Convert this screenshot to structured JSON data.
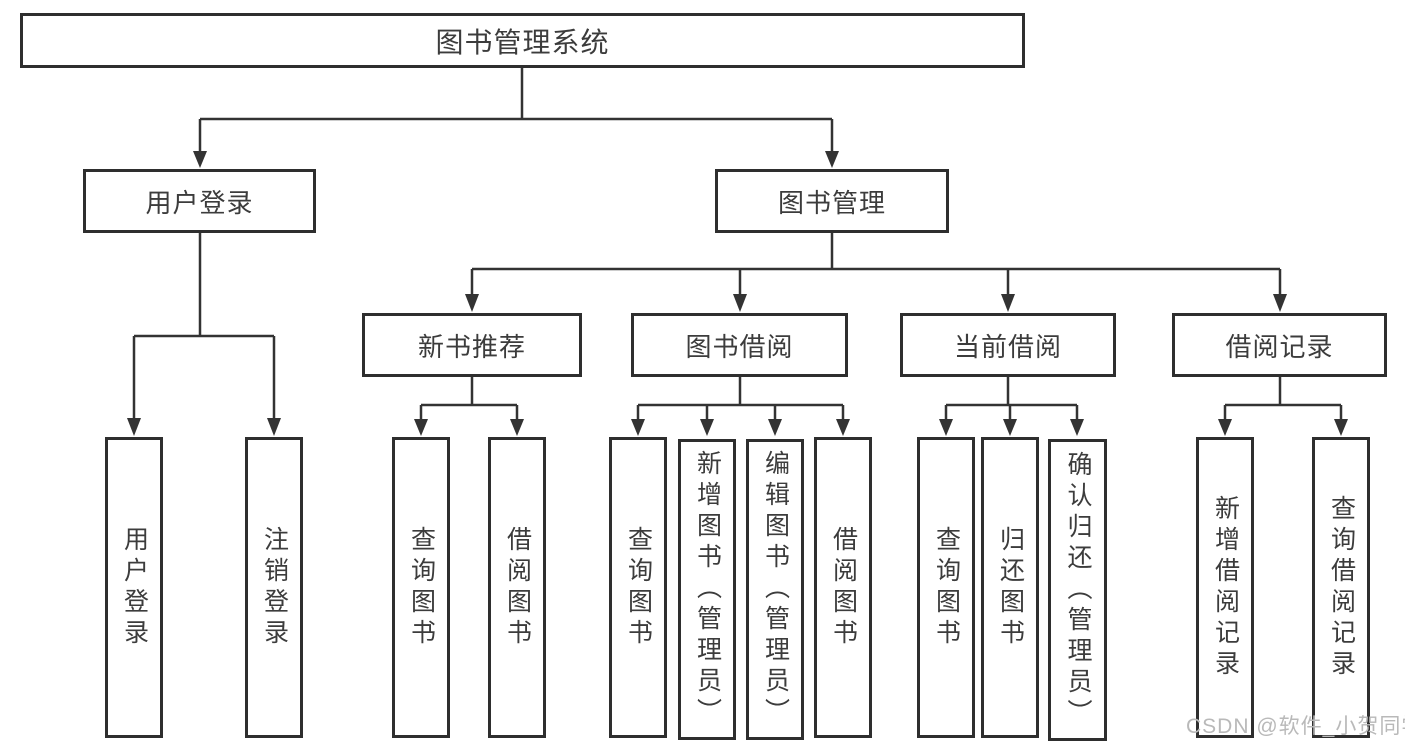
{
  "diagram": {
    "title_node": {
      "label": "图书管理系统"
    },
    "level2": [
      {
        "label": "用户登录"
      },
      {
        "label": "图书管理"
      }
    ],
    "level3": [
      {
        "label": "新书推荐"
      },
      {
        "label": "图书借阅"
      },
      {
        "label": "当前借阅"
      },
      {
        "label": "借阅记录"
      }
    ],
    "leaves": {
      "user_login": [
        "用户登录",
        "注销登录"
      ],
      "new_books": [
        "查询图书",
        "借阅图书"
      ],
      "book_borrow": [
        "查询图书",
        "新增图书（管理员）",
        "编辑图书（管理员）",
        "借阅图书"
      ],
      "current_borrow": [
        "查询图书",
        "归还图书",
        "确认归还（管理员）"
      ],
      "borrow_records": [
        "新增借阅记录",
        "查询借阅记录"
      ]
    }
  },
  "watermark": {
    "text": "CSDN @软件_小贺同学"
  },
  "colors": {
    "line": "#333333",
    "border": "#2e2e2e",
    "text": "#3c3c3c",
    "watermark": "#b9b9b9",
    "background": "#ffffff"
  }
}
